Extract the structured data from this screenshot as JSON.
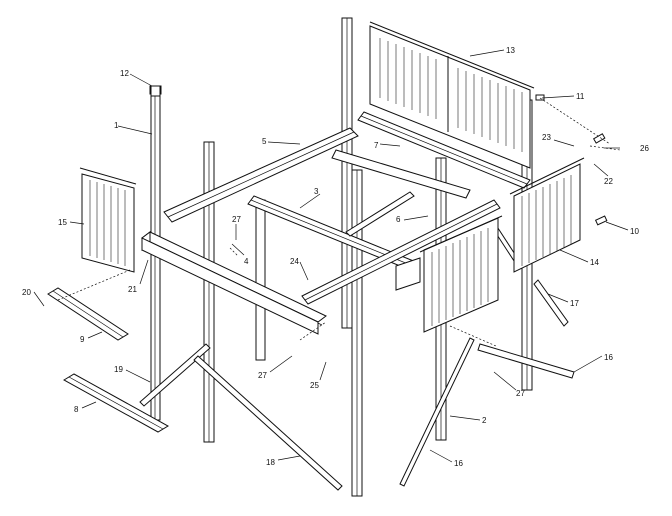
{
  "diagram": {
    "part_labels": [
      "1",
      "2",
      "3",
      "4",
      "5",
      "6",
      "7",
      "8",
      "9",
      "10",
      "11",
      "12",
      "13",
      "14",
      "15",
      "16",
      "16",
      "17",
      "18",
      "19",
      "20",
      "21",
      "22",
      "23",
      "24",
      "25",
      "26",
      "27",
      "27",
      "27"
    ]
  }
}
